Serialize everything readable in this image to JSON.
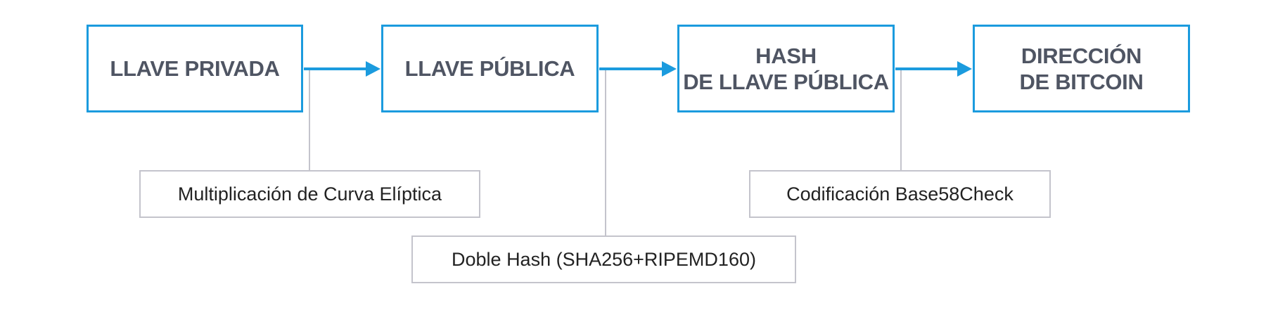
{
  "diagram": {
    "stages": [
      {
        "id": "llave-privada",
        "label": "LLAVE PRIVADA"
      },
      {
        "id": "llave-publica",
        "label": "LLAVE PÚBLICA"
      },
      {
        "id": "hash-llave-publica",
        "label": "HASH\nDE LLAVE PÚBLICA"
      },
      {
        "id": "direccion-bitcoin",
        "label": "DIRECCIÓN\nDE BITCOIN"
      }
    ],
    "processes": [
      {
        "id": "curva-eliptica",
        "label": "Multiplicación de Curva Elíptica"
      },
      {
        "id": "doble-hash",
        "label": "Doble Hash (SHA256+RIPEMD160)"
      },
      {
        "id": "base58check",
        "label": "Codificación Base58Check"
      }
    ]
  },
  "colors": {
    "stage_border": "#1b9bde",
    "stage_text": "#4f5563",
    "arrow": "#1b9bde",
    "connector": "#c4c4cc",
    "process_border": "#c4c4cc",
    "process_text": "#222222"
  }
}
